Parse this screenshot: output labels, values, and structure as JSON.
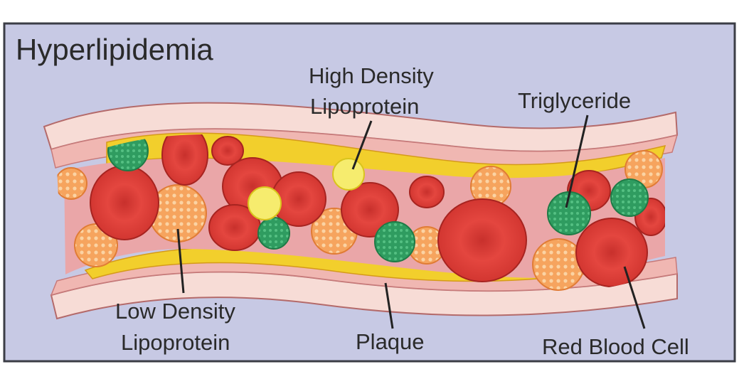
{
  "title": "Hyperlipidemia",
  "labels": {
    "hdl_line1": "High Density",
    "hdl_line2": "Lipoprotein",
    "triglyceride": "Triglyceride",
    "ldl_line1": "Low Density",
    "ldl_line2": "Lipoprotein",
    "plaque": "Plaque",
    "rbc": "Red Blood Cell"
  },
  "colors": {
    "background": "#c7c9e4",
    "frame": "#3b3d46",
    "vessel_wall": "#f6d6d0",
    "vessel_wall_edge": "#b46a6a",
    "plaque": "#f2cf2c",
    "lumen": "#e9a0a2",
    "red_blood_cell": "#d93a35",
    "ldl": "#f49c51",
    "hdl": "#f4ea74",
    "triglyceride": "#2e9a5e"
  },
  "icons": {
    "red_blood_cell": "red-blood-cell-icon",
    "ldl": "ldl-particle-icon",
    "hdl": "hdl-particle-icon",
    "triglyceride": "triglyceride-particle-icon"
  }
}
